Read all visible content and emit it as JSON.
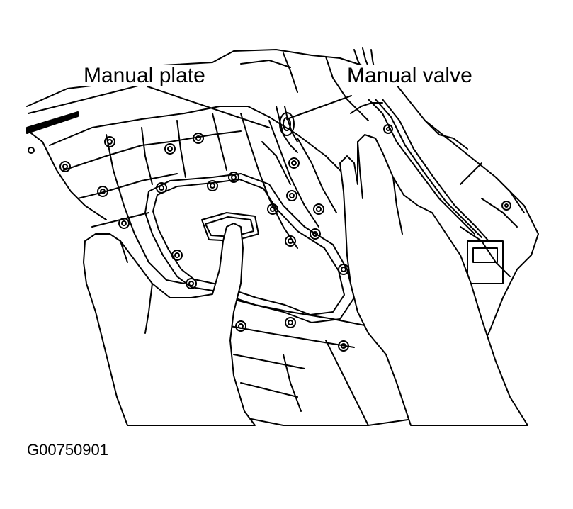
{
  "callouts": {
    "manual_plate": "Manual plate",
    "manual_valve": "Manual valve"
  },
  "figure_code": "G00750901",
  "colors": {
    "line": "#000000",
    "background": "#ffffff"
  }
}
